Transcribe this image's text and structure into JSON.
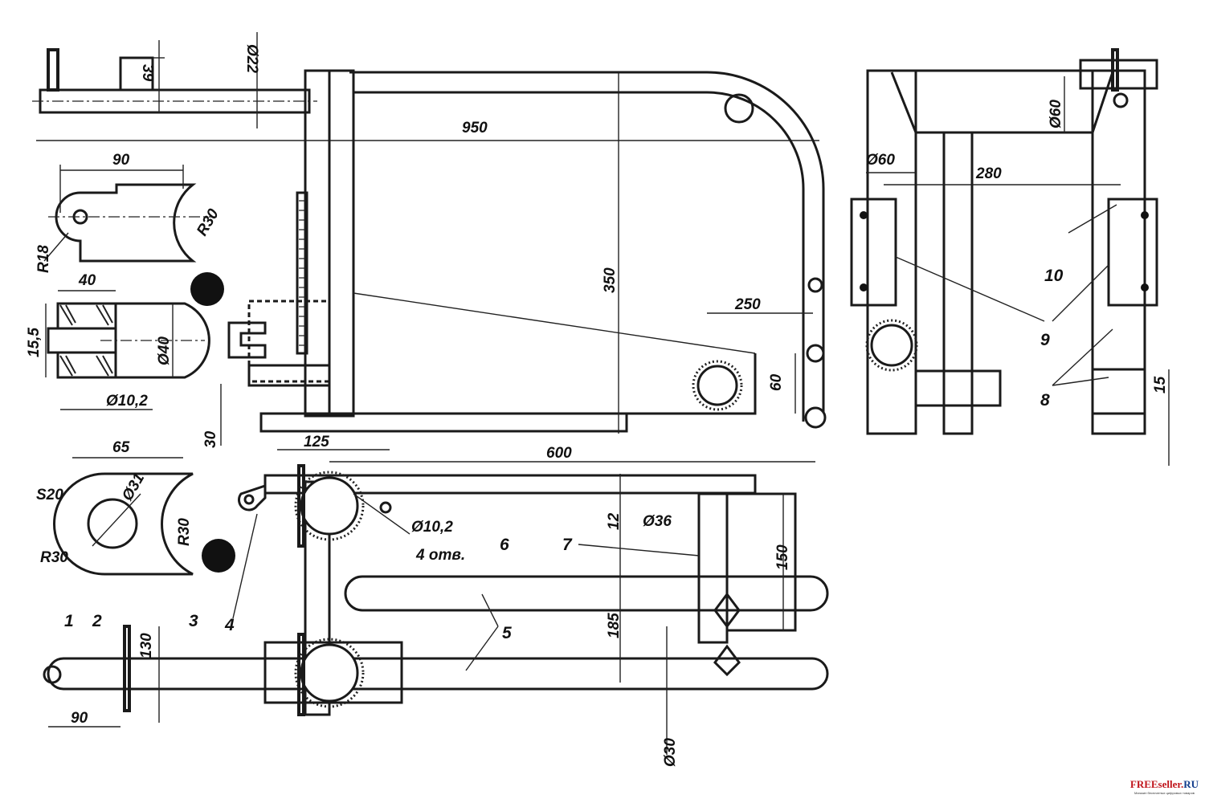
{
  "dimensions": {
    "d39": "39",
    "d22": "Ø22",
    "d950": "950",
    "d90a": "90",
    "r30a": "R30",
    "r18": "R18",
    "d40": "40",
    "d155": "15,5",
    "d40dia": "Ø40",
    "d102a": "Ø10,2",
    "d350": "350",
    "d250": "250",
    "d60": "60",
    "d30": "30",
    "d125": "125",
    "d600": "600",
    "d65": "65",
    "s20": "S20",
    "d31": "Ø31",
    "r30b": "R30",
    "r30c": "R30",
    "d102b": "Ø10,2",
    "holes": "4 отв.",
    "d12": "12",
    "d36": "Ø36",
    "d150": "150",
    "d185": "185",
    "d130": "130",
    "d90b": "90",
    "d30dia": "Ø30",
    "d60dia_a": "Ø60",
    "d60dia_b": "Ø60",
    "d280": "280",
    "d15": "15"
  },
  "callouts": {
    "c1": "1",
    "c2": "2",
    "c3": "3",
    "c4": "4",
    "c5": "5",
    "c6": "6",
    "c7": "7",
    "c8": "8",
    "c9": "9",
    "c10": "10"
  },
  "watermark": {
    "brand_main": "FREEseller.",
    "brand_tld": "RU",
    "tagline": "Магазин бесплатных цифровых товаров"
  }
}
